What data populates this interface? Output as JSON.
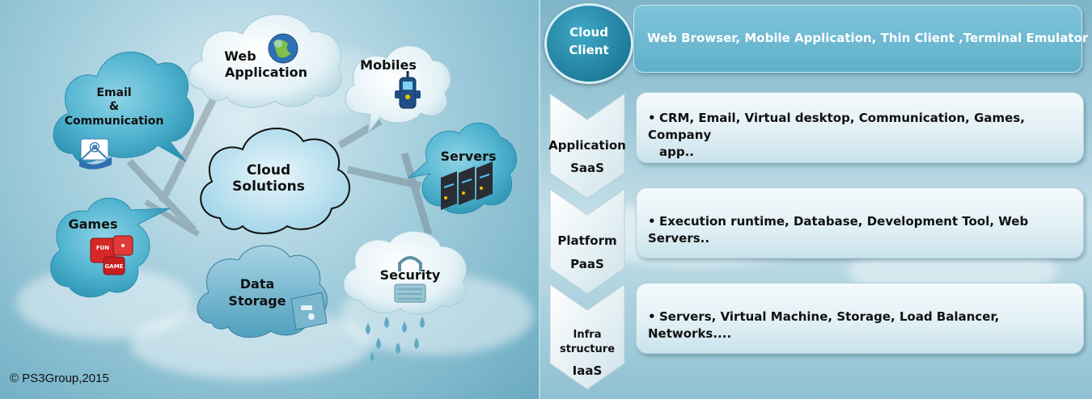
{
  "left": {
    "nodes": {
      "email": [
        "Email",
        "&",
        "Communication"
      ],
      "web_app": [
        "Web",
        "Application"
      ],
      "mobiles": "Mobiles",
      "servers": "Servers",
      "cloud_solutions": [
        "Cloud",
        "Solutions"
      ],
      "games": "Games",
      "data_storage": [
        "Data",
        "Storage"
      ],
      "security": "Security",
      "dice_text": [
        "FUN",
        "GAME"
      ]
    },
    "copyright": "© PS3Group,2015"
  },
  "right": {
    "cloud_client": [
      "Cloud",
      "Client"
    ],
    "client_desc": "Web Browser, Mobile Application, Thin  Client ,Terminal Emulator",
    "layers": [
      {
        "name": "Application",
        "abbr": "SaaS",
        "lines": [
          "CRM, Email, Virtual desktop, Communication, Games, Company",
          "app.."
        ]
      },
      {
        "name": "Platform",
        "abbr": "PaaS",
        "lines": [
          "Execution runtime, Database, Development Tool, Web Servers.."
        ]
      },
      {
        "name_lines": [
          "Infra",
          "structure"
        ],
        "abbr": "IaaS",
        "lines": [
          "Servers, Virtual Machine, Storage, Load Balancer, Networks...."
        ]
      }
    ],
    "bullet_char": "•"
  },
  "colors": {
    "cloud_teal": "#4fb3cf",
    "cloud_light": "#e8f4f8",
    "client_bar": "#5fb0cb",
    "circle_blue": "#1f7c9b"
  }
}
